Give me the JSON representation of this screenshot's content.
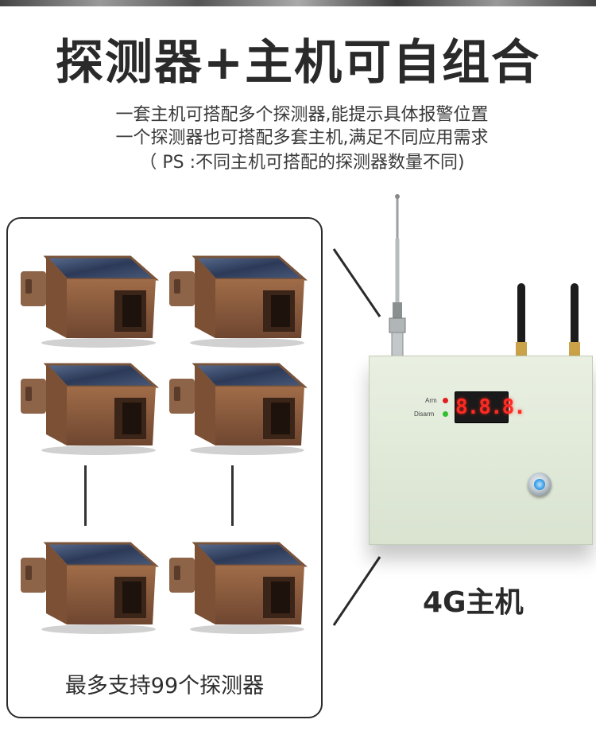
{
  "headline": "探测器+主机可自组合",
  "description": {
    "line1": "一套主机可搭配多个探测器,能提示具体报警位置",
    "line2": "一个探测器也可搭配多套主机,满足不同应用需求",
    "line3": "（ PS :不同主机可搭配的探测器数量不同)"
  },
  "detector_panel": {
    "caption": "最多支持99个探测器",
    "detector_count_shown": 6
  },
  "host": {
    "label": "4G主机",
    "arm_label": "Arm",
    "disarm_label": "Disarm",
    "display_value": "8.8.8.",
    "arm_led_color": "#e02020",
    "disarm_led_color": "#2fc02f",
    "icons": [
      "antenna-icon",
      "power-button-icon"
    ]
  },
  "colors": {
    "detector_body": "#8a5a3c",
    "solar_panel": "#3a4a66",
    "host_box": "#e2eadb"
  }
}
